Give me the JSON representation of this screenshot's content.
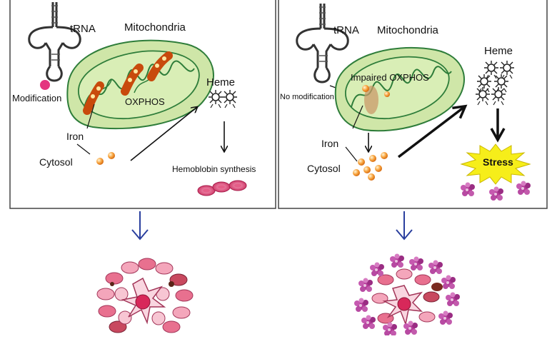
{
  "left_panel": {
    "trna": "tRNA",
    "mitochondria": "Mitochondria",
    "modification": "Modification",
    "oxphos": "OXPHOS",
    "heme": "Heme",
    "iron": "Iron",
    "cytosol": "Cytosol",
    "hemoglobin_synthesis": "Hemoblobin synthesis"
  },
  "right_panel": {
    "trna": "tRNA",
    "mitochondria": "Mitochondria",
    "no_modification": "No modification",
    "impaired_oxphos": "Impaired OXPHOS",
    "heme": "Heme",
    "iron": "Iron",
    "cytosol": "Cytosol",
    "stress": "Stress"
  },
  "colors": {
    "mito_fill": "#cfe6a8",
    "mito_stroke": "#2e7d3a",
    "iron": "#f08a1c",
    "rbc": "#d83a6a",
    "stress_burst": "#f6ee1a",
    "down_arrow": "#2a3f9e",
    "heme_purple": "#a0338c"
  }
}
